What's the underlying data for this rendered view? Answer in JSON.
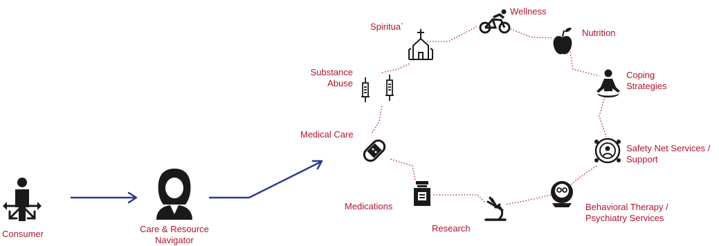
{
  "colors": {
    "label": "#b3122f",
    "arrow": "#2b3990",
    "icon": "#1a1a1a",
    "connector": "#b3122f"
  },
  "actors": {
    "consumer": {
      "label": "Consumer",
      "icon": "consumer-person-icon"
    },
    "navigator": {
      "label_line1": "Care & Resource",
      "label_line2": "Navigator",
      "icon": "navigator-woman-icon"
    }
  },
  "services": {
    "wellness": {
      "label": "Wellness",
      "icon": "bicycle-icon"
    },
    "nutrition": {
      "label": "Nutrition",
      "icon": "apple-icon"
    },
    "coping": {
      "line1": "Coping",
      "line2": "Strategies",
      "icon": "meditation-icon"
    },
    "safety_net": {
      "line1": "Safety Net Services /",
      "line2": "Support",
      "icon": "support-network-icon"
    },
    "behavioral": {
      "line1": "Behavioral Therapy /",
      "line2": "Psychiatry Services",
      "icon": "psychiatrist-icon"
    },
    "research": {
      "label": "Research",
      "icon": "microscope-icon"
    },
    "medications": {
      "label": "Medications",
      "icon": "pill-bottle-icon"
    },
    "medical_care": {
      "label": "Medical Care",
      "icon": "bandage-icon"
    },
    "substance": {
      "line1": "Substance",
      "line2": "Abuse",
      "icon": "syringe-icon"
    },
    "spiritual": {
      "label": "Spiritua`",
      "icon": "church-icon"
    }
  }
}
